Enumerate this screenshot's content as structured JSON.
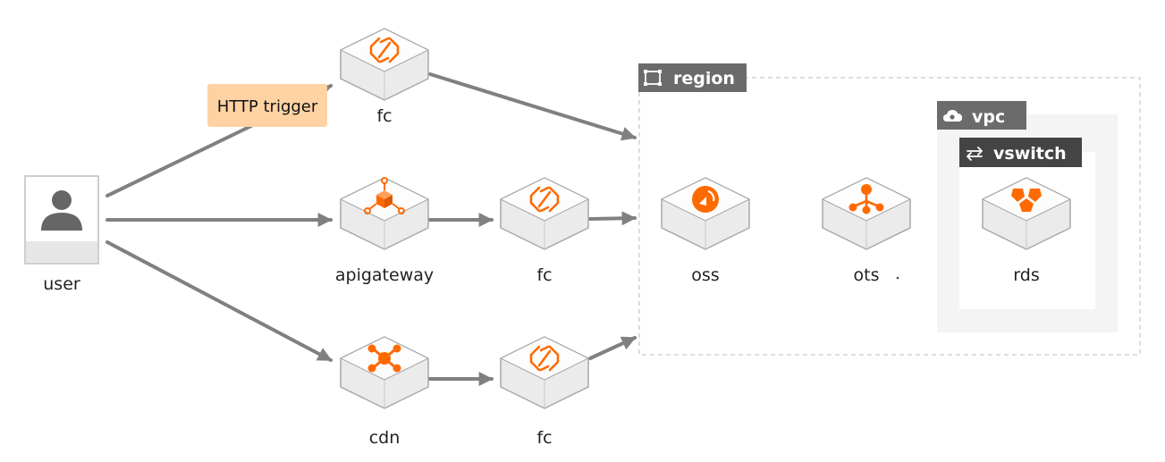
{
  "colors": {
    "accent": "#ff6a00",
    "edge": "#808080",
    "group_tag": "#6b6b6b",
    "trigger_bg": "#ffd2a3"
  },
  "nodes": {
    "user": {
      "label": "user",
      "icon": "person-icon"
    },
    "fc_top": {
      "label": "fc",
      "icon": "function-compute-icon"
    },
    "apigateway": {
      "label": "apigateway",
      "icon": "api-gateway-icon"
    },
    "fc_mid": {
      "label": "fc",
      "icon": "function-compute-icon"
    },
    "cdn": {
      "label": "cdn",
      "icon": "cdn-icon"
    },
    "fc_bottom": {
      "label": "fc",
      "icon": "function-compute-icon"
    },
    "oss": {
      "label": "oss",
      "icon": "oss-icon"
    },
    "ots": {
      "label": "ots",
      "icon": "ots-icon"
    },
    "rds": {
      "label": "rds",
      "icon": "rds-icon"
    }
  },
  "groups": {
    "region": {
      "label": "region",
      "icon": "region-frame-icon"
    },
    "vpc": {
      "label": "vpc",
      "icon": "cloud-icon"
    },
    "vswitch": {
      "label": "vswitch",
      "icon": "switch-arrows-icon"
    }
  },
  "edge_labels": {
    "http_trigger": "HTTP trigger"
  }
}
